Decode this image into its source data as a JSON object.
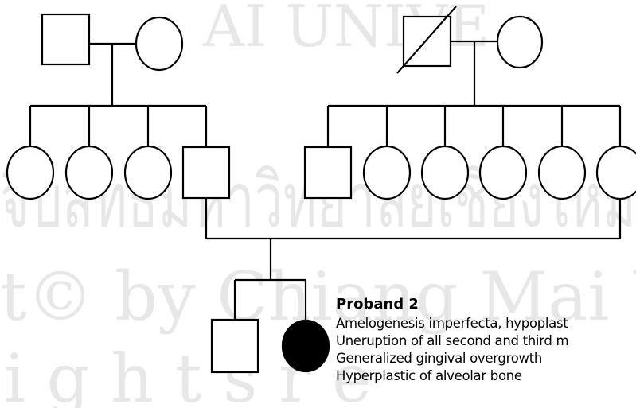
{
  "watermark": {
    "line1": "AI UNIVE",
    "line2": "จิบสิทธิ์มหาวิทยาลัยเชียงใหม่",
    "line3": "t© by Chiang Mai U",
    "line4": "i g h t s r e"
  },
  "pedigree": {
    "generation_1": {
      "left_couple": {
        "father": "male",
        "mother": "female"
      },
      "right_couple": {
        "father": "male-deceased",
        "mother": "female"
      }
    },
    "generation_2": {
      "left_sibship": [
        "female",
        "female",
        "female",
        "male"
      ],
      "right_sibship": [
        "male",
        "female",
        "female",
        "female",
        "female",
        "female"
      ]
    },
    "generation_3": {
      "children": [
        "male",
        "female-affected"
      ]
    }
  },
  "proband": {
    "title": "Proband 2",
    "findings": [
      "Amelogenesis imperfecta, hypoplast",
      "Uneruption of all second and third m",
      "Generalized gingival overgrowth",
      "Hyperplastic of alveolar bone"
    ]
  },
  "colors": {
    "line": "#000000",
    "affected_fill": "#000000",
    "background": "#ffffff",
    "watermark": "#e7e7e7"
  }
}
